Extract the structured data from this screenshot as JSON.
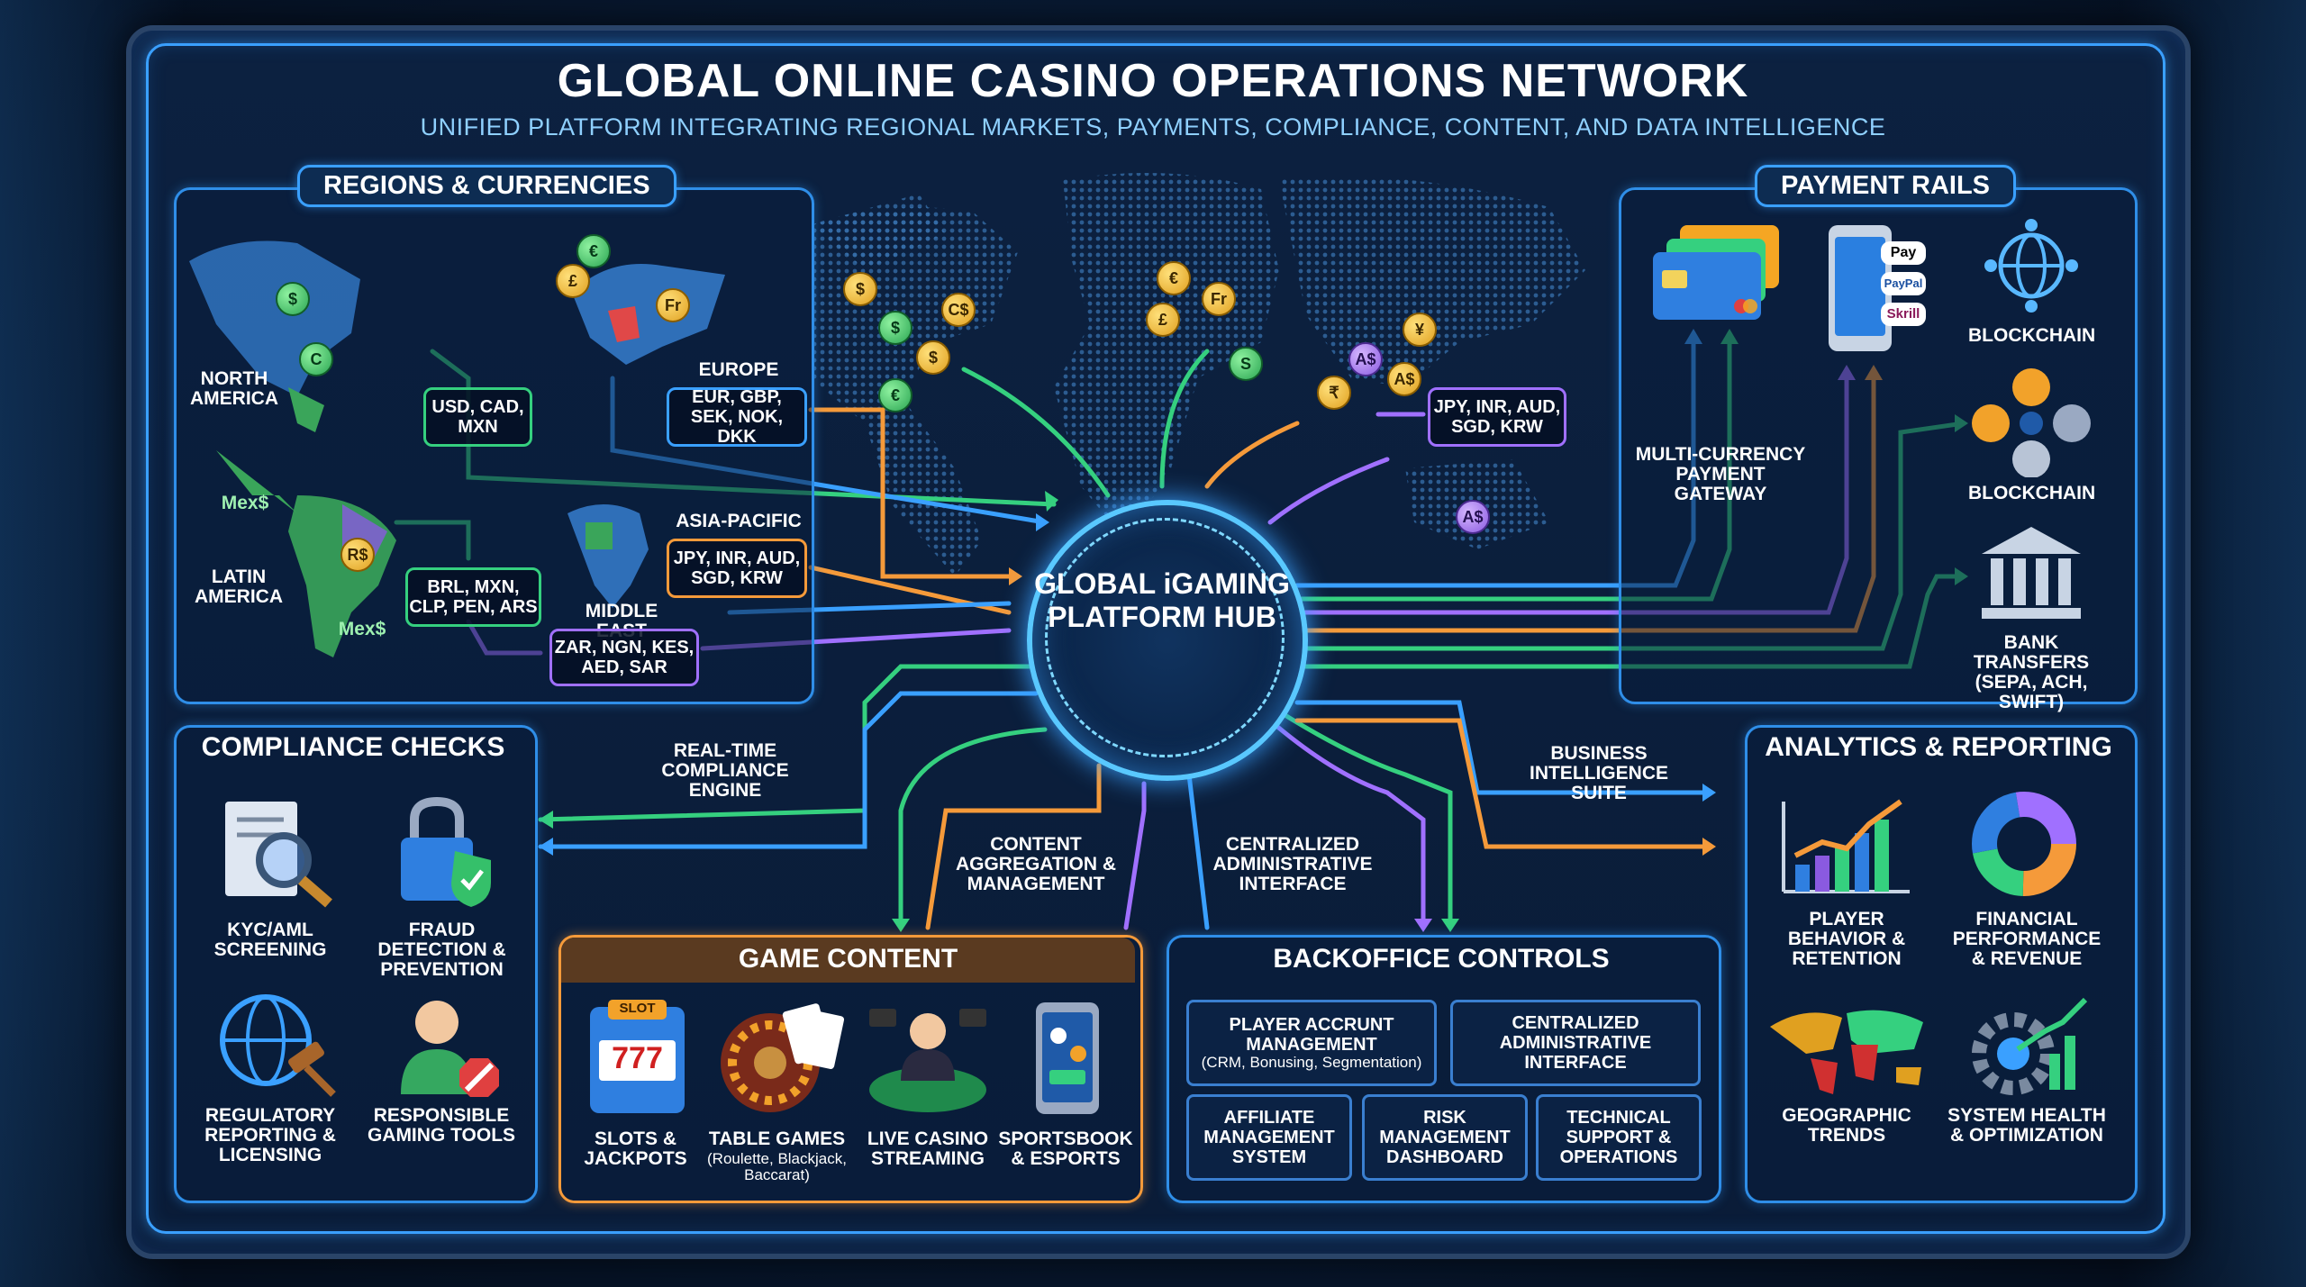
{
  "header": {
    "title": "GLOBAL ONLINE CASINO OPERATIONS NETWORK",
    "subtitle": "UNIFIED PLATFORM INTEGRATING REGIONAL MARKETS, PAYMENTS, COMPLIANCE, CONTENT, AND DATA INTELLIGENCE"
  },
  "hub": {
    "label": "GLOBAL iGAMING PLATFORM HUB"
  },
  "regions": {
    "title": "REGIONS & CURRENCIES",
    "north_america": {
      "name": "NORTH AMERICA",
      "currencies": "USD, CAD, MXN"
    },
    "europe": {
      "name": "EUROPE",
      "currencies": "EUR, GBP, SEK, NOK, DKK"
    },
    "asia_pacific": {
      "name": "ASIA-PACIFIC",
      "currencies": "JPY, INR, AUD, SGD, KRW"
    },
    "asia_map_currencies": "JPY, INR, AUD, SGD, KRW",
    "latin_america": {
      "name": "LATIN AMERICA",
      "currencies": "BRL, MXN, CLP, PEN, ARS",
      "coin_label": "Mex$"
    },
    "middle_east": {
      "name": "MIDDLE EAST",
      "currencies": "ZAR, NGN, KES, AED, SAR"
    },
    "coins": [
      "$",
      "C",
      "€",
      "£",
      "Fr",
      "R$",
      "$",
      "C$",
      "$",
      "€",
      "$",
      "€",
      "£",
      "Fr",
      "S",
      "¥",
      "A$",
      "A$",
      "₹",
      "A$"
    ]
  },
  "payments": {
    "title": "PAYMENT RAILS",
    "gateway": "MULTI-CURRENCY PAYMENT GATEWAY",
    "wallets": [
      "Pay",
      "PayPal",
      "Skrill"
    ],
    "blockchain_1": "BLOCKCHAIN",
    "blockchain_2": "BLOCKCHAIN",
    "bank": "BANK TRANSFERS (SEPA, ACH, SWIFT)"
  },
  "compliance": {
    "title": "COMPLIANCE CHECKS",
    "items": [
      "KYC/AML SCREENING",
      "FRAUD DETECTION & PREVENTION",
      "REGULATORY REPORTING & LICENSING",
      "RESPONSIBLE GAMING TOOLS"
    ]
  },
  "connectors": {
    "compliance_engine": "REAL-TIME COMPLIANCE ENGINE",
    "content_agg": "CONTENT AGGREGATION & MANAGEMENT",
    "admin": "CENTRALIZED ADMINISTRATIVE INTERFACE",
    "bi": "BUSINESS INTELLIGENCE SUITE"
  },
  "game_content": {
    "title": "GAME CONTENT",
    "slot_sign": "SLOT",
    "slot_reels": "777",
    "items": [
      {
        "label": "SLOTS & JACKPOTS",
        "sub": ""
      },
      {
        "label": "TABLE GAMES",
        "sub": "(Roulette, Blackjack, Baccarat)"
      },
      {
        "label": "LIVE CASINO STREAMING",
        "sub": ""
      },
      {
        "label": "SPORTSBOOK & ESPORTS",
        "sub": ""
      }
    ]
  },
  "backoffice": {
    "title": "BACKOFFICE CONTROLS",
    "cells": [
      {
        "label": "PLAYER ACCRUNT MANAGEMENT",
        "sub": "(CRM, Bonusing, Segmentation)"
      },
      {
        "label": "CENTRALIZED ADMINISTRATIVE INTERFACE",
        "sub": ""
      },
      {
        "label": "AFFILIATE MANAGEMENT SYSTEM",
        "sub": ""
      },
      {
        "label": "RISK MANAGEMENT DASHBOARD",
        "sub": ""
      },
      {
        "label": "TECHNICAL SUPPORT & OPERATIONS",
        "sub": ""
      }
    ]
  },
  "analytics": {
    "title": "ANALYTICS & REPORTING",
    "items": [
      "PLAYER BEHAVIOR & RETENTION",
      "FINANCIAL PERFORMANCE & REVENUE",
      "GEOGRAPHIC TRENDS",
      "SYSTEM HEALTH & OPTIMIZATION"
    ]
  },
  "colors": {
    "green": "#35d07f",
    "blue": "#3aa0ff",
    "orange": "#f59a3a",
    "purple": "#a070ff",
    "gold": "#f2b830"
  }
}
